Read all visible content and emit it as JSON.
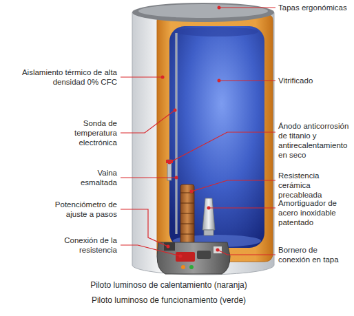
{
  "diagram": {
    "labels": [
      "Tapas ergonómicas",
      "Aislamiento térmico de alta densidad 0% CFC",
      "Vitrificado",
      "Sonda de temperatura electrónica",
      "Ánodo anticorrosión de titanio y antirecalentamiento en seco",
      "Vaina esmaltada",
      "Resistencia cerámica precableada",
      "Potenciómetro de ajuste a pasos",
      "Amortiguador de acero inoxidable patentado",
      "Conexión de la resistencia",
      "Bornero de conexión en tapa",
      "Piloto luminoso de calentamiento (naranja)",
      "Piloto luminoso de funcionamiento (verde)"
    ]
  }
}
